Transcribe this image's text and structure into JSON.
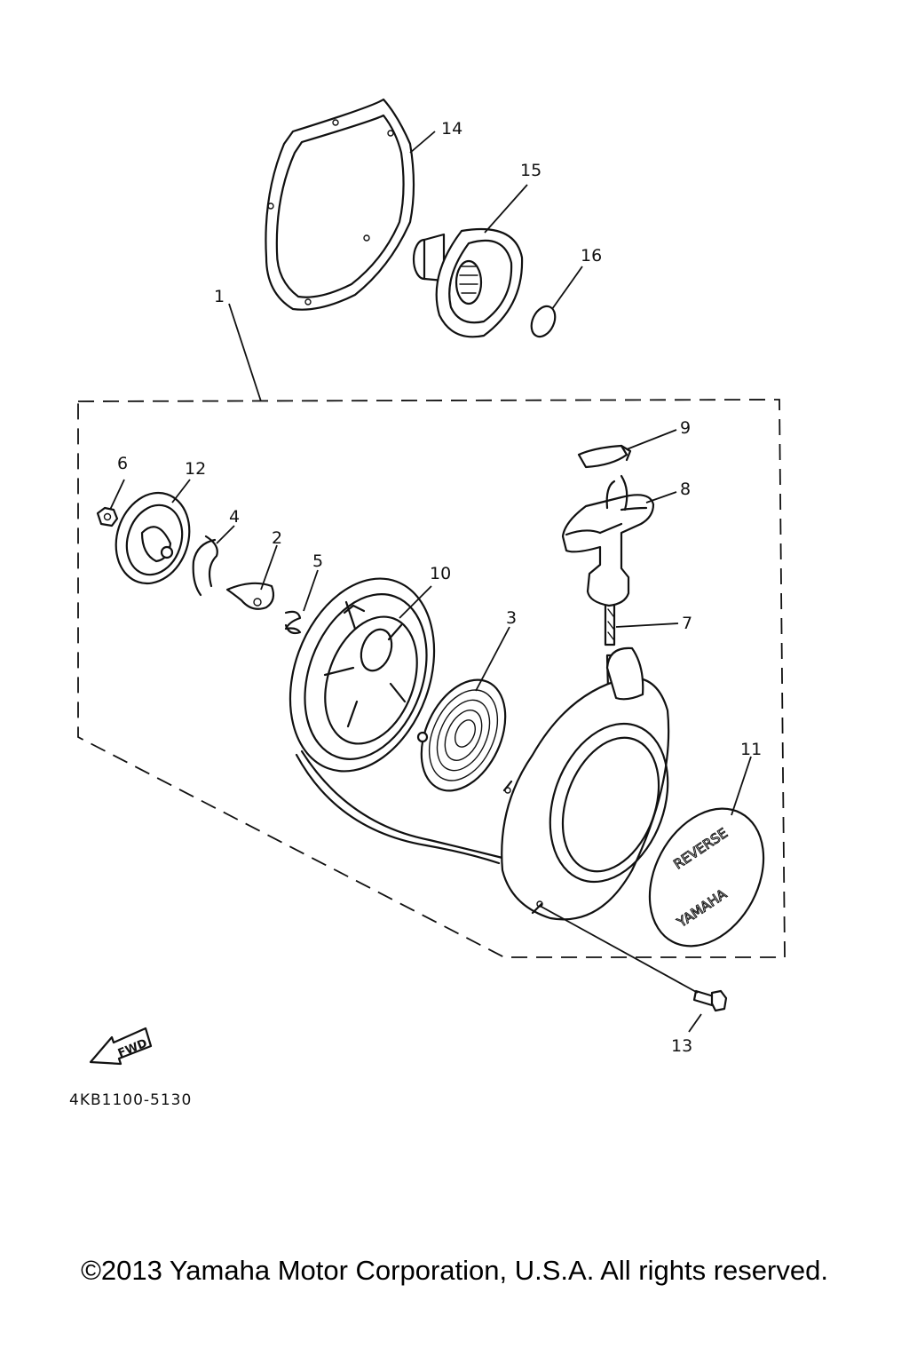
{
  "callouts": [
    {
      "id": "1",
      "label": "1"
    },
    {
      "id": "2",
      "label": "2"
    },
    {
      "id": "3",
      "label": "3"
    },
    {
      "id": "4",
      "label": "4"
    },
    {
      "id": "5",
      "label": "5"
    },
    {
      "id": "6",
      "label": "6"
    },
    {
      "id": "7",
      "label": "7"
    },
    {
      "id": "8",
      "label": "8"
    },
    {
      "id": "9",
      "label": "9"
    },
    {
      "id": "10",
      "label": "10"
    },
    {
      "id": "11",
      "label": "11"
    },
    {
      "id": "12",
      "label": "12"
    },
    {
      "id": "13",
      "label": "13"
    },
    {
      "id": "14",
      "label": "14"
    },
    {
      "id": "15",
      "label": "15"
    },
    {
      "id": "16",
      "label": "16"
    }
  ],
  "fwd_label": "FWD",
  "diagram_code": "4KB1100-5130",
  "emblem": {
    "top_text": "REVERSE",
    "brand_text": "YAMAHA"
  },
  "copyright": "©2013 Yamaha Motor Corporation, U.S.A. All rights reserved."
}
